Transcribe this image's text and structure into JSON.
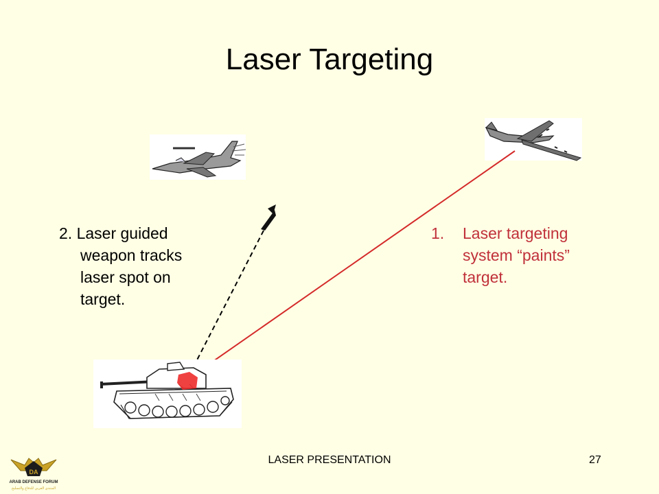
{
  "slide": {
    "title": "Laser Targeting",
    "step2": {
      "lines": [
        "2. Laser guided",
        "weapon tracks",
        "laser spot on",
        "target."
      ]
    },
    "step1": {
      "number": "1.",
      "lines": [
        "Laser targeting",
        "system “paints”",
        "target."
      ]
    },
    "footer": {
      "presentation_name": "LASER PRESENTATION",
      "page_number": "27"
    },
    "logo": {
      "text": "ARAB DEFENSE FORUM",
      "arabic_text": "المنتدى العربي للدفاع والتسليح",
      "emblem": "DA"
    }
  },
  "colors": {
    "background": "#FFFFE5",
    "laser_beam": "#D42A2A",
    "step1_text": "#C0303A",
    "laser_spot": "#EE2C2C",
    "logo_gold": "#C9A227"
  },
  "icons": [
    "fighter-jet-icon",
    "cargo-aircraft-icon",
    "guided-missile-icon",
    "tank-icon",
    "laser-spot-icon",
    "arab-defense-forum-logo"
  ]
}
